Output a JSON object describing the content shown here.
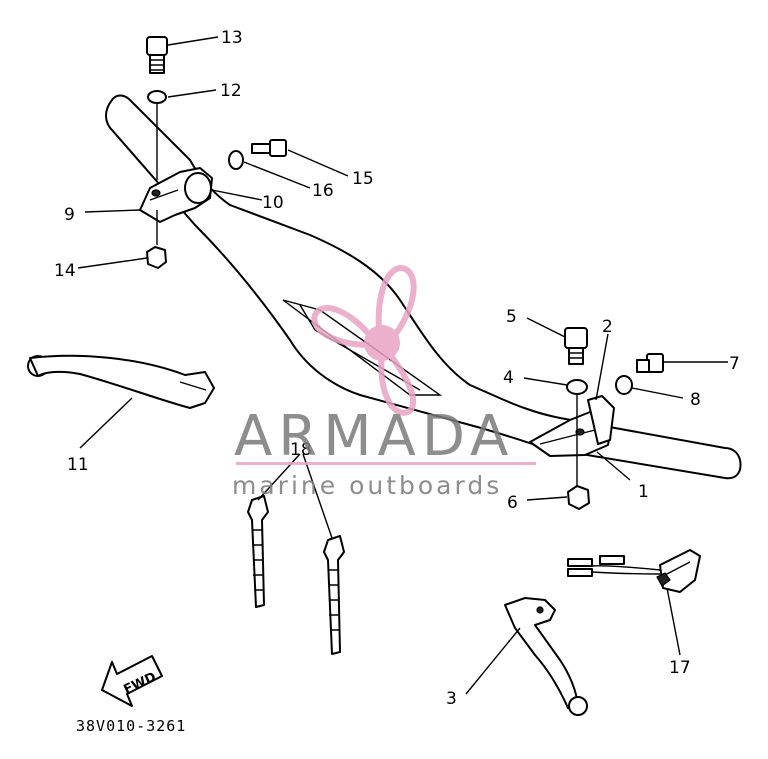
{
  "diagram": {
    "drawing_code": "38V010-3261",
    "fwd_arrow_label": "FWD",
    "callouts": [
      {
        "id": "c1",
        "label": "1"
      },
      {
        "id": "c2",
        "label": "2"
      },
      {
        "id": "c3",
        "label": "3"
      },
      {
        "id": "c4",
        "label": "4"
      },
      {
        "id": "c5",
        "label": "5"
      },
      {
        "id": "c6",
        "label": "6"
      },
      {
        "id": "c7",
        "label": "7"
      },
      {
        "id": "c8",
        "label": "8"
      },
      {
        "id": "c9",
        "label": "9"
      },
      {
        "id": "c10",
        "label": "10"
      },
      {
        "id": "c11",
        "label": "11"
      },
      {
        "id": "c12",
        "label": "12"
      },
      {
        "id": "c13",
        "label": "13"
      },
      {
        "id": "c14",
        "label": "14"
      },
      {
        "id": "c15",
        "label": "15"
      },
      {
        "id": "c16",
        "label": "16"
      },
      {
        "id": "c17",
        "label": "17"
      },
      {
        "id": "c18",
        "label": "18"
      }
    ]
  },
  "watermark": {
    "brand": "ARMADA",
    "tagline": "marine outboards",
    "accent_color": "#e8a3c4",
    "text_color": "#7a7a7a",
    "logo_icon": "propeller-icon"
  }
}
